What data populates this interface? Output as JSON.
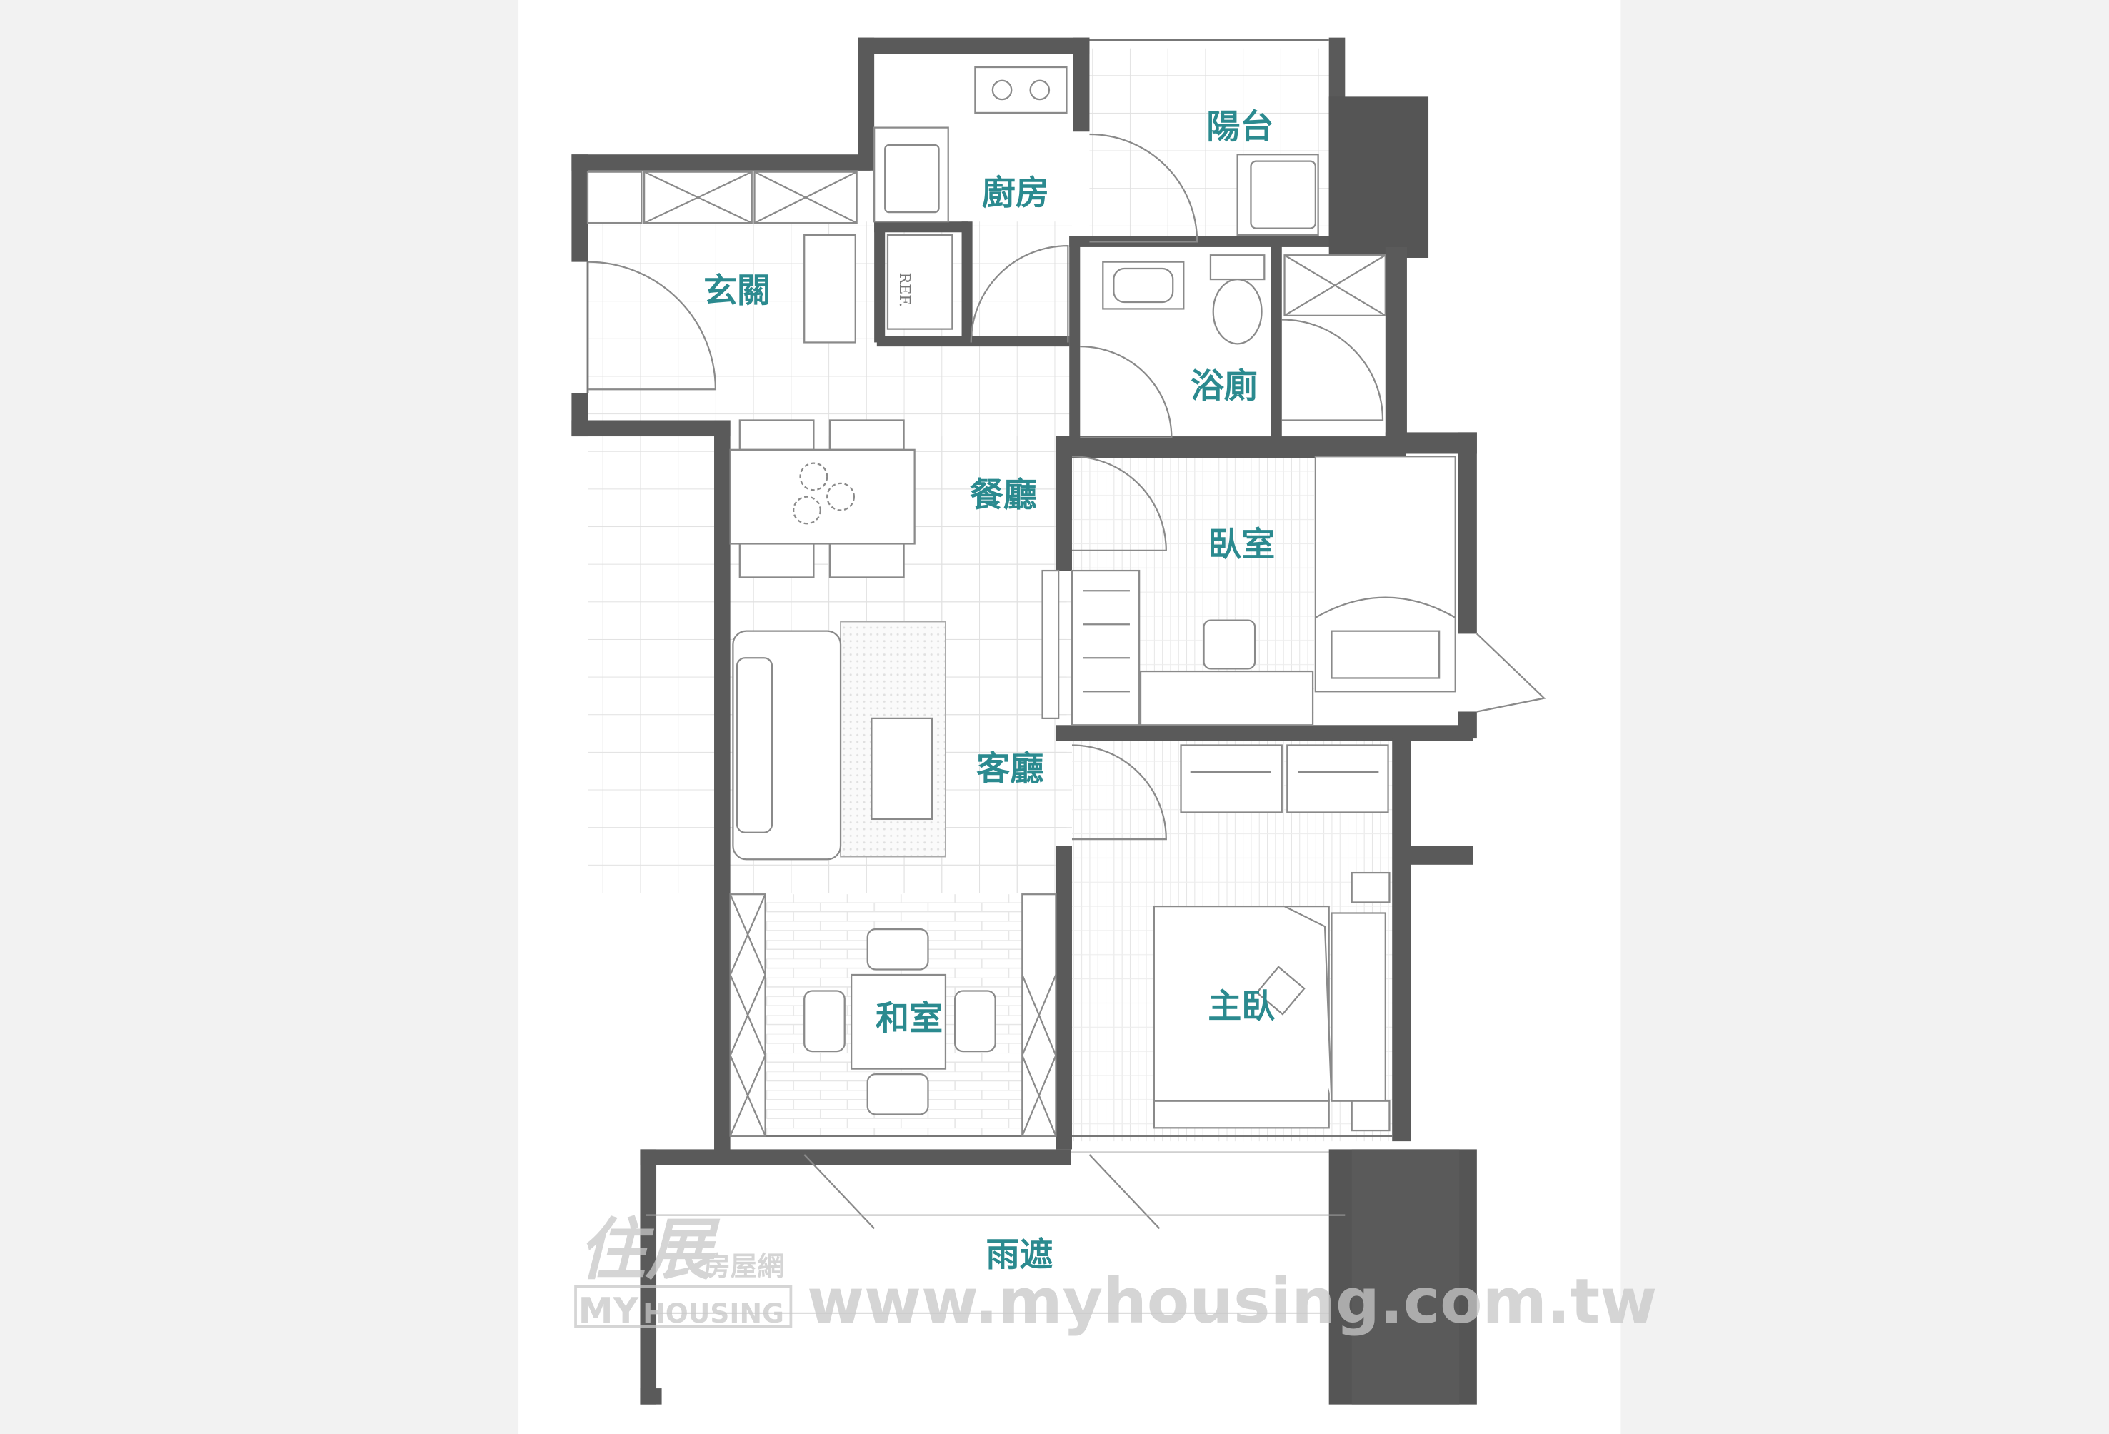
{
  "colors": {
    "wall": "#5a5a5a",
    "wall_dark": "#555555",
    "label": "#2b8a8f",
    "paper": "#ffffff",
    "line": "#9a9a9a",
    "watermark": "#c8c8c8"
  },
  "rooms": {
    "balcony": "陽台",
    "kitchen": "廚房",
    "entrance": "玄關",
    "bathroom": "浴廁",
    "dining": "餐廳",
    "bedroom": "臥室",
    "living": "客廳",
    "washitsu": "和室",
    "master": "主臥",
    "canopy": "雨遮"
  },
  "fridge_label": "REF.",
  "watermark": {
    "brand_mark": "住展",
    "brand_small": "房屋網",
    "brand_my": "MY",
    "brand_housing": "HOUSING",
    "url": "www.myhousing.com.tw"
  },
  "icons": [
    "sofa-icon",
    "dining-table-icon",
    "bed-icon",
    "toilet-icon",
    "sink-icon",
    "stove-icon",
    "door-swing-icon",
    "wardrobe-icon",
    "desk-icon",
    "single-bed-icon",
    "tea-table-icon"
  ]
}
